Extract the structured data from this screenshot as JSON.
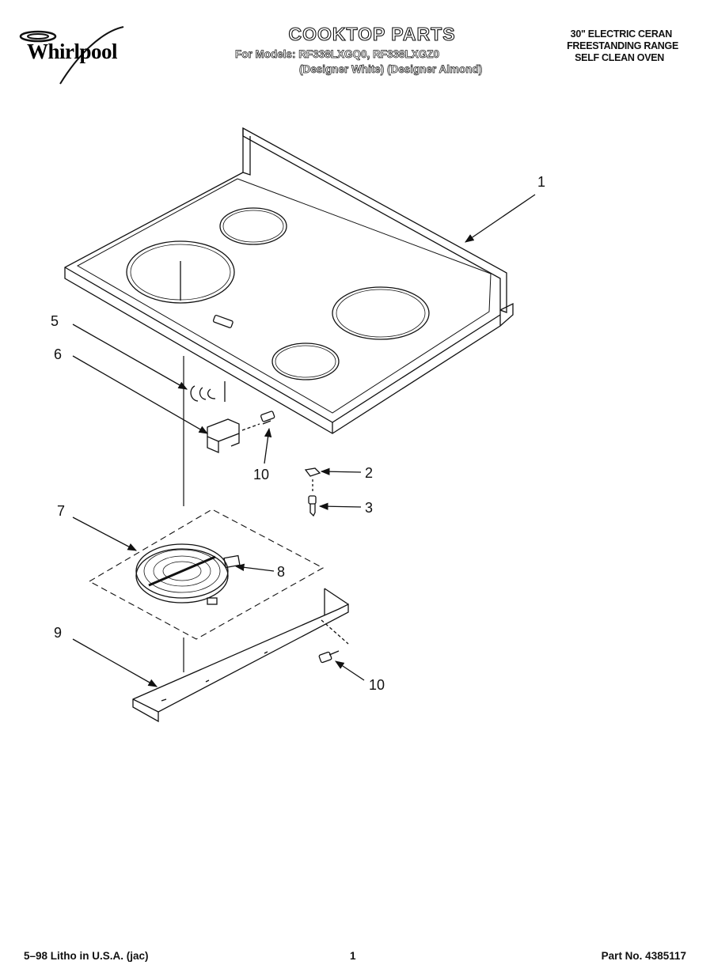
{
  "header": {
    "brand": "Whirlpool",
    "title": "COOKTOP PARTS",
    "models_line": "For Models: RF338LXGQ0, RF338LXGZ0",
    "designer_line": "(Designer White) (Designer Almond)",
    "spec_lines": [
      "30\" ELECTRIC CERAN",
      "FREESTANDING RANGE",
      "SELF CLEAN OVEN"
    ]
  },
  "callouts": {
    "c1": "1",
    "c2": "2",
    "c3": "3",
    "c5": "5",
    "c6": "6",
    "c7": "7",
    "c8": "8",
    "c9": "9",
    "c10a": "10",
    "c10b": "10"
  },
  "footer": {
    "left": "5–98 Litho in U.S.A. (jac)",
    "page": "1",
    "part_no": "Part No. 4385117"
  },
  "colors": {
    "ink": "#111111",
    "paper": "#ffffff"
  }
}
